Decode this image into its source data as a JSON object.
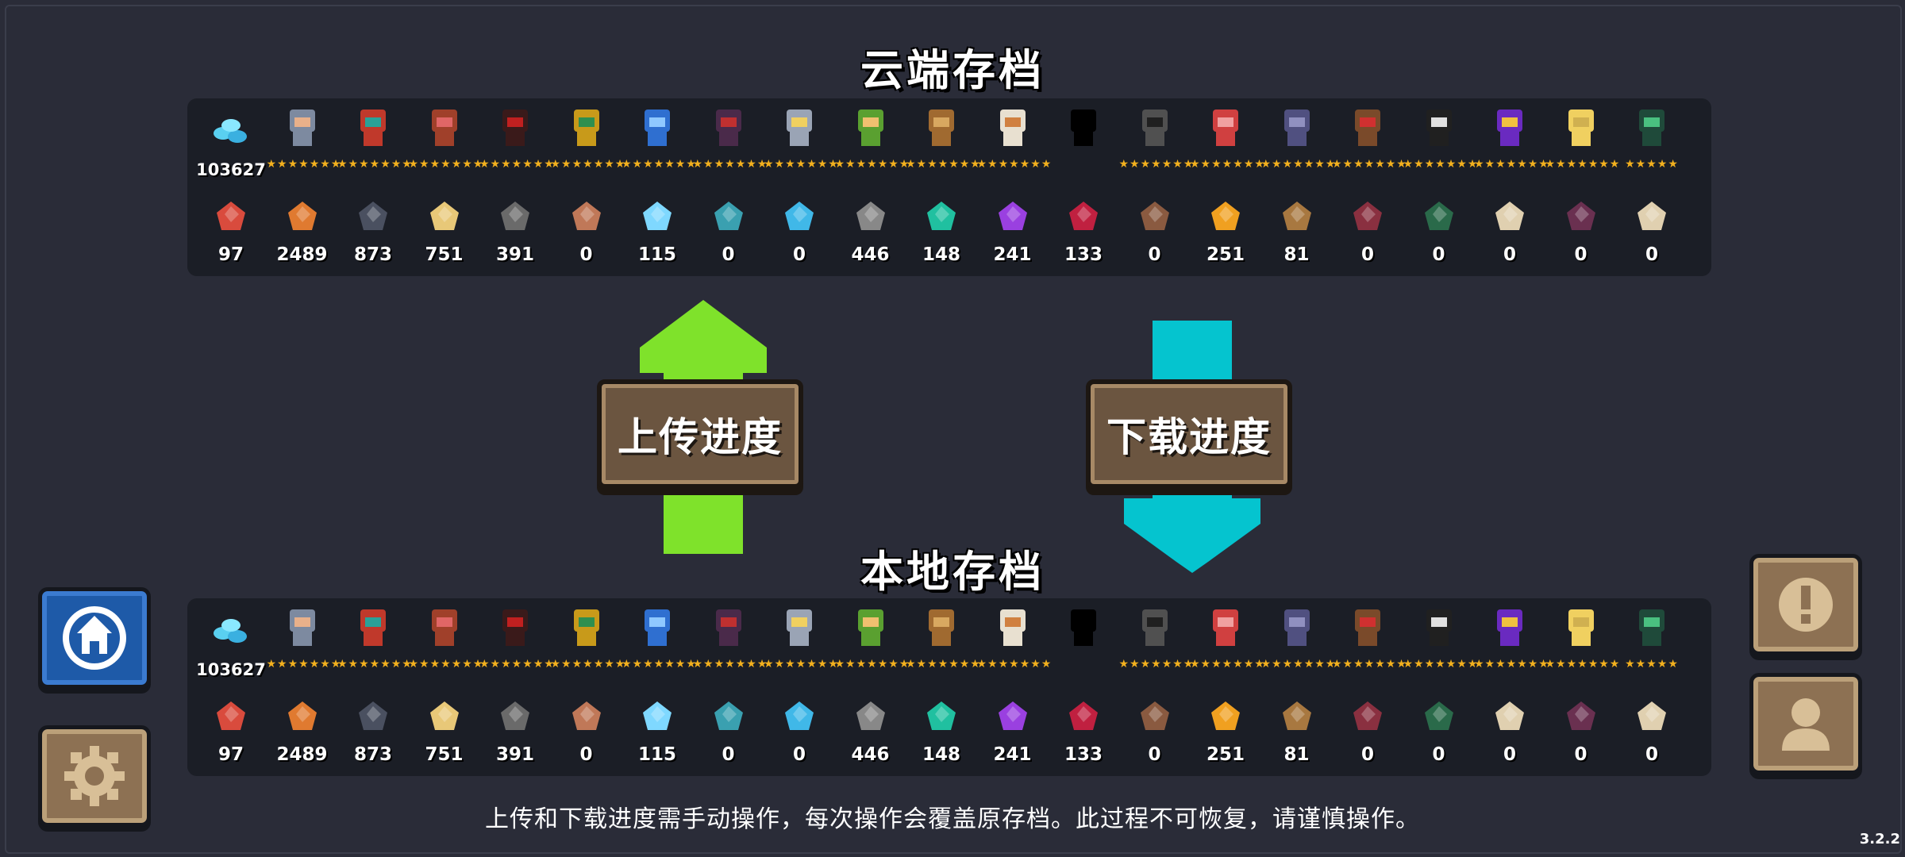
{
  "cloud": {
    "title": "云端存档"
  },
  "local": {
    "title": "本地存档"
  },
  "gems": {
    "count": "103627",
    "icon": "gem-stack-icon"
  },
  "characters": [
    {
      "name": "knight-icon",
      "stars": "★★★★★★★"
    },
    {
      "name": "rogue-icon",
      "stars": "★★★★★★★"
    },
    {
      "name": "witch-icon",
      "stars": "★★★★★★★"
    },
    {
      "name": "assassin-icon",
      "stars": "★★★★★★★"
    },
    {
      "name": "engineer-icon",
      "stars": "★★★★★★★"
    },
    {
      "name": "robot-icon",
      "stars": "★★★★★★★"
    },
    {
      "name": "vampire-icon",
      "stars": "★★★★★★★"
    },
    {
      "name": "paladin-icon",
      "stars": "★★★★★★★"
    },
    {
      "name": "elf-icon",
      "stars": "★★★★★★★"
    },
    {
      "name": "werewolf-icon",
      "stars": "★★★★★★★"
    },
    {
      "name": "priestess-icon",
      "stars": "★★★★★★★"
    },
    {
      "name": "locked-silhouette-icon",
      "stars": ""
    },
    {
      "name": "druid-icon",
      "stars": "★★★★★★★"
    },
    {
      "name": "berserker-icon",
      "stars": "★★★★★★★"
    },
    {
      "name": "necromancer-icon",
      "stars": "★★★★★★★"
    },
    {
      "name": "officer-icon",
      "stars": "★★★★★★★"
    },
    {
      "name": "taoist-icon",
      "stars": "★★★★★★★"
    },
    {
      "name": "wizard-icon",
      "stars": "★★★★★★★"
    },
    {
      "name": "airbender-icon",
      "stars": "★★★★★★★"
    },
    {
      "name": "alchemist-icon",
      "stars": "★★★★★"
    }
  ],
  "materials": [
    {
      "name": "energy-card-icon",
      "count": "97"
    },
    {
      "name": "ore-icon",
      "count": "2489"
    },
    {
      "name": "battery-icon",
      "count": "873"
    },
    {
      "name": "wood-plank-icon",
      "count": "751"
    },
    {
      "name": "gear-part-icon",
      "count": "391"
    },
    {
      "name": "cube-box-icon",
      "count": "0"
    },
    {
      "name": "ice-crystal-icon",
      "count": "115"
    },
    {
      "name": "cloth-icon",
      "count": "0"
    },
    {
      "name": "blue-leaf-icon",
      "count": "0"
    },
    {
      "name": "iron-ore-icon",
      "count": "446"
    },
    {
      "name": "green-crystal-icon",
      "count": "148"
    },
    {
      "name": "purple-crystal-icon",
      "count": "241"
    },
    {
      "name": "red-crystal-icon",
      "count": "133"
    },
    {
      "name": "totem-icon",
      "count": "0"
    },
    {
      "name": "fire-crystal-icon",
      "count": "251"
    },
    {
      "name": "horn-icon",
      "count": "81"
    },
    {
      "name": "gun-part-icon",
      "count": "0"
    },
    {
      "name": "circuit-icon",
      "count": "0"
    },
    {
      "name": "scroll-icon",
      "count": "0"
    },
    {
      "name": "book-icon",
      "count": "0"
    },
    {
      "name": "scroll-icon",
      "count": "0"
    }
  ],
  "buttons": {
    "upload": "上传进度",
    "download": "下载进度"
  },
  "notice": "上传和下载进度需手动操作，每次操作会覆盖原存档。此过程不可恢复，请谨慎操作。",
  "version": "3.2.2",
  "colors": {
    "upload_arrow": "#7fe22b",
    "download_arrow": "#05c4cf",
    "stars": "#f2b01e"
  }
}
